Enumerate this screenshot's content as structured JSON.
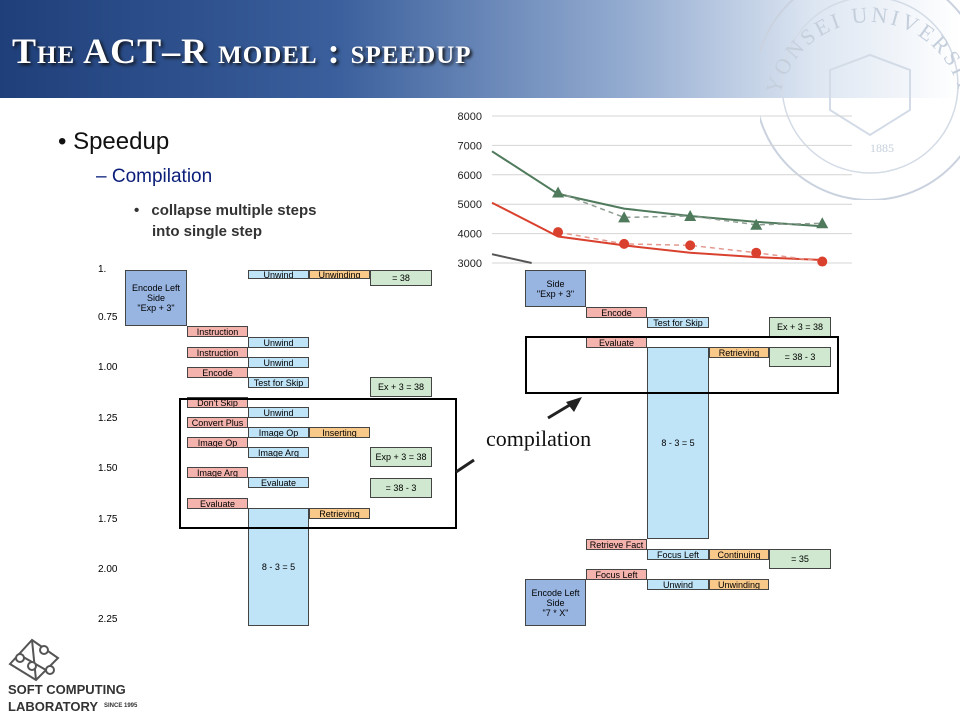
{
  "slide": {
    "title": "The ACT–R model : speedup",
    "seal_text": "YONSEI UNIVERSITY",
    "seal_year": "1885"
  },
  "bullets": {
    "level1": "Speedup",
    "level2": "Compilation",
    "level3_line1": "collapse multiple steps",
    "level3_line2": "into single step"
  },
  "chart_data": {
    "type": "line",
    "yticks": [
      "8000",
      "7000",
      "6000",
      "5000",
      "4000",
      "3000"
    ],
    "ylim": [
      3000,
      8000
    ],
    "grid": true,
    "series": [
      {
        "color": "#4f7a5c",
        "style": "solid",
        "points": [
          [
            0,
            6800
          ],
          [
            1,
            5350
          ],
          [
            2,
            4850
          ],
          [
            3,
            4600
          ],
          [
            4,
            4400
          ],
          [
            5,
            4250
          ]
        ]
      },
      {
        "color": "#4f7a5c",
        "style": "dashed",
        "marker": "triangle",
        "points": [
          [
            1,
            5400
          ],
          [
            2,
            4550
          ],
          [
            3,
            4600
          ],
          [
            4,
            4300
          ],
          [
            5,
            4350
          ]
        ]
      },
      {
        "color": "#d9412e",
        "style": "solid",
        "points": [
          [
            0,
            5050
          ],
          [
            1,
            3900
          ],
          [
            2,
            3600
          ],
          [
            3,
            3350
          ],
          [
            4,
            3200
          ],
          [
            5,
            3100
          ]
        ]
      },
      {
        "color": "#d9412e",
        "style": "dashed",
        "marker": "circle",
        "points": [
          [
            1,
            4050
          ],
          [
            2,
            3650
          ],
          [
            3,
            3600
          ],
          [
            4,
            3350
          ],
          [
            5,
            3050
          ]
        ]
      },
      {
        "color": "#555555",
        "style": "solid",
        "points": [
          [
            0,
            3300
          ],
          [
            0.6,
            3000
          ]
        ]
      }
    ]
  },
  "timeline_left": {
    "ticks": [
      "0.75",
      "1.00",
      "1.25",
      "1.50",
      "1.75",
      "2.00",
      "2.25"
    ],
    "encode": "Encode Left\nSide\n\"Exp + 3\"",
    "top_unwind": "Unwind",
    "top_unwinding": "Unwinding",
    "top_result": "= 38",
    "instruction_1": "Instruction",
    "unwind_1": "Unwind",
    "instruction_2": "Instruction",
    "unwind_2": "Unwind",
    "encode_red": "Encode",
    "test_for_skip": "Test for Skip",
    "ex_result": "Ex + 3 = 38",
    "dont_skip": "Don't Skip",
    "unwind_3": "Unwind",
    "convert_plus": "Convert Plus",
    "image_op_blue": "Image Op",
    "inserting": "Inserting",
    "image_op_red": "Image Op",
    "image_arg_blue": "Image Arg",
    "exp_result": "Exp + 3 = 38",
    "image_arg_red": "Image Arg",
    "evaluate_blue": "Evaluate",
    "minus_result": "= 38 - 3",
    "evaluate_red": "Evaluate",
    "retrieving": "Retrieving",
    "eight_minus_three": "8 - 3 = 5"
  },
  "timeline_right": {
    "encode": "Side\n\"Exp + 3\"",
    "encode_red": "Encode",
    "test_for_skip": "Test for Skip",
    "ex_result": "Ex + 3 = 38",
    "evaluate": "Evaluate",
    "retrieving": "Retrieving",
    "minus_result": "= 38 - 3",
    "eight_minus_three": "8 - 3 = 5",
    "retrieve_fact": "Retrieve Fact",
    "focus_left_blue": "Focus Left",
    "continuing": "Continuing",
    "result_35": "= 35",
    "focus_left_red": "Focus Left",
    "unwind": "Unwind",
    "unwinding": "Unwinding",
    "encode_left": "Encode Left\nSide\n\"7 * X\""
  },
  "annotation": {
    "label": "compilation"
  },
  "logo": {
    "line1": "SOFT COMPUTING",
    "line2": "LABORATORY",
    "since": "SINCE 1995"
  }
}
